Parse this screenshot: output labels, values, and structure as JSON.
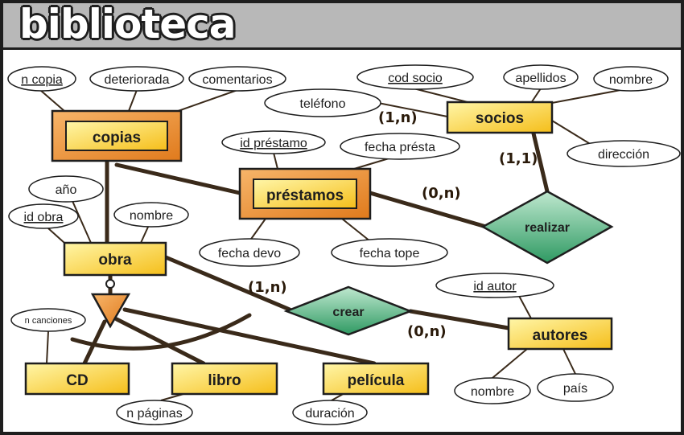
{
  "title": "biblioteca",
  "entities": {
    "copias": "copias",
    "socios": "socios",
    "prestamos": "préstamos",
    "obra": "obra",
    "autores": "autores",
    "cd": "CD",
    "libro": "libro",
    "pelicula": "película"
  },
  "relationships": {
    "realizar": "realizar",
    "crear": "crear"
  },
  "attributes": {
    "n_copia": "n copia",
    "deteriorada": "deteriorada",
    "comentarios": "comentarios",
    "cod_socio": "cod socio",
    "apellidos": "apellidos",
    "nombre_socio": "nombre",
    "telefono": "teléfono",
    "direccion": "dirección",
    "id_prestamo": "id préstamo",
    "fecha_presta": "fecha présta",
    "fecha_devo": "fecha devo",
    "fecha_tope": "fecha tope",
    "anio": "año",
    "id_obra": "id obra",
    "nombre_obra": "nombre",
    "n_canciones": "n canciones",
    "n_paginas": "n páginas",
    "duracion": "duración",
    "id_autor": "id autor",
    "nombre_autor": "nombre",
    "pais": "país"
  },
  "cardinalities": {
    "socios_realizar": "(1,n)",
    "realizar_socios": "(1,1)",
    "prestamos_realizar": "(0,n)",
    "obra_crear": "(1,n)",
    "crear_autores": "(0,n)"
  }
}
